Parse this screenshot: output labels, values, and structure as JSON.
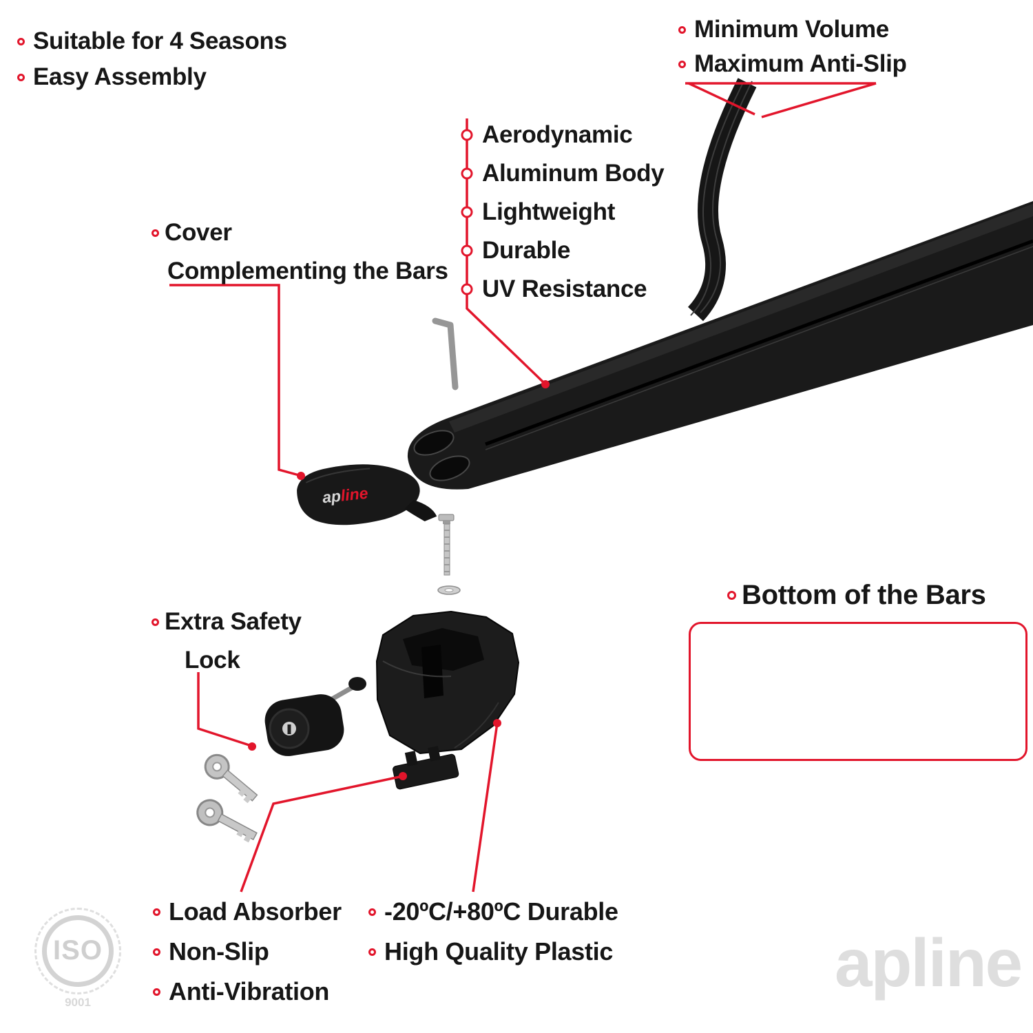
{
  "colors": {
    "accent_red": "#e2152b",
    "text_black": "#161616",
    "product_black": "#1a1a1a",
    "watermark_gray": "#dedede"
  },
  "top_left": {
    "items": [
      "Suitable for 4 Seasons",
      "Easy Assembly"
    ]
  },
  "top_right": {
    "items": [
      "Minimum Volume",
      "Maximum Anti-Slip"
    ]
  },
  "bar_features": {
    "items": [
      "Aerodynamic",
      "Aluminum Body",
      "Lightweight",
      "Durable",
      "UV Resistance"
    ]
  },
  "cover_label": {
    "line1": "Cover",
    "line2": "Complementing the Bars"
  },
  "lock_label": {
    "line1": "Extra Safety",
    "line2": "Lock"
  },
  "bottom_of_bars": {
    "label": "Bottom of the Bars"
  },
  "bottom_left": {
    "items": [
      "Load Absorber",
      "Non-Slip",
      "Anti-Vibration"
    ]
  },
  "bottom_center": {
    "items": [
      "-20ºC/+80ºC Durable",
      "High Quality Plastic"
    ]
  },
  "cover_logo": {
    "part1": "ap",
    "part2": "line"
  },
  "watermarks": {
    "brand": "apline",
    "iso_label": "ISO",
    "iso_number": "9001"
  }
}
